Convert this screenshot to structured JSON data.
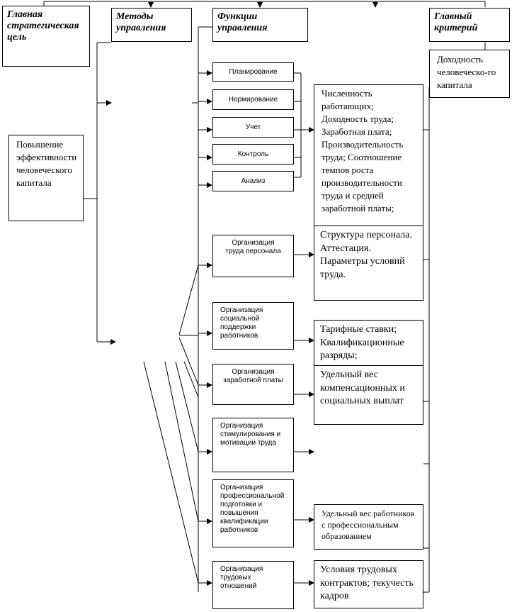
{
  "headers": {
    "goal": "Главная стратегическая цель",
    "methods": "Методы управления",
    "functions": "Функции управления",
    "criterion": "Главный критерий"
  },
  "criterion_value": "Доходность человеческо-го капитала",
  "goal_value": "Повышение эффективности человеческого капитала",
  "functions": [
    "Планирование",
    "Нормирование",
    "Учет",
    "Контроль",
    "Анализ"
  ],
  "organizations": [
    "Организация труда персонала",
    "Организация социальной поддержки работников",
    "Организация заработной платы",
    "Организация стимулирования и мотивации труда",
    "Организация профессиональной подготовки и повышения квалификации работников",
    "Организация трудовых отношений"
  ],
  "indicators": {
    "main": "Численность работающих; Доходность труда; Заработная плата; Производительность труда; Соотношение темпов роста производительности труда и средней заработной платы;",
    "structure": "Структура персонала. Аттестация. Параметры условий труда.",
    "tariff": "Тарифные ставки; Квалификационные разряды;",
    "compensation": "Удельный вес компенсационных и социальных выплат",
    "education": "Удельный вес работников с профессиональным образованием",
    "contracts": "Условия трудовых контрактов; текучесть кадров"
  }
}
